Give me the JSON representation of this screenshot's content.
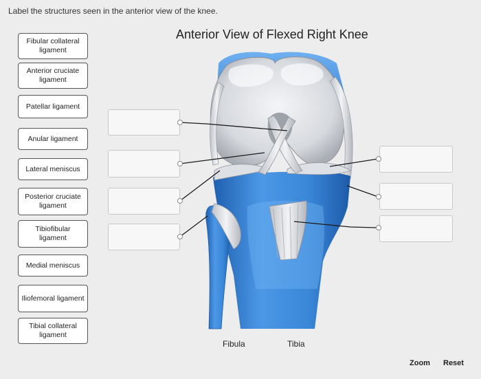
{
  "instruction": "Label the structures seen in the anterior view of the knee.",
  "title": "Anterior View of Flexed Right Knee",
  "terms": [
    "Fibular collateral ligament",
    "Anterior cruciate ligament",
    "Patellar ligament",
    "Anular ligament",
    "Lateral meniscus",
    "Posterior cruciate ligament",
    "Tibiofibular ligament",
    "Medial meniscus",
    "Iliofemoral ligament",
    "Tibial collateral ligament"
  ],
  "bone_labels": {
    "fibula": "Fibula",
    "tibia": "Tibia"
  },
  "controls": {
    "zoom": "Zoom",
    "reset": "Reset"
  },
  "colors": {
    "bone_blue": "#3d86d6",
    "cartilage_white": "#e6e8ec",
    "background": "#ededed"
  }
}
